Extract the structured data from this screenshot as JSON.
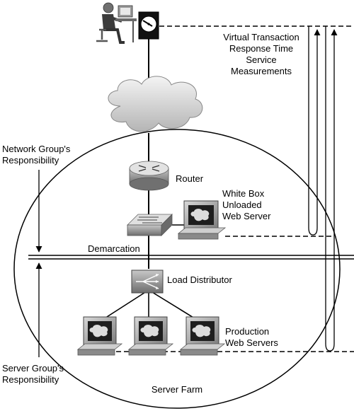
{
  "labels": {
    "measure_line1": "Virtual Transaction",
    "measure_line2": "Response Time",
    "measure_line3": "Service",
    "measure_line4": "Measurements",
    "network_line1": "Network Group's",
    "network_line2": "Responsibility",
    "router": "Router",
    "whitebox_line1": "White Box",
    "whitebox_line2": "Unloaded",
    "whitebox_line3": "Web Server",
    "demarcation": "Demarcation",
    "load_distributor": "Load Distributor",
    "production_line1": "Production",
    "production_line2": "Web Servers",
    "server_line1": "Server Group's",
    "server_line2": "Responsibility",
    "server_farm": "Server Farm"
  }
}
